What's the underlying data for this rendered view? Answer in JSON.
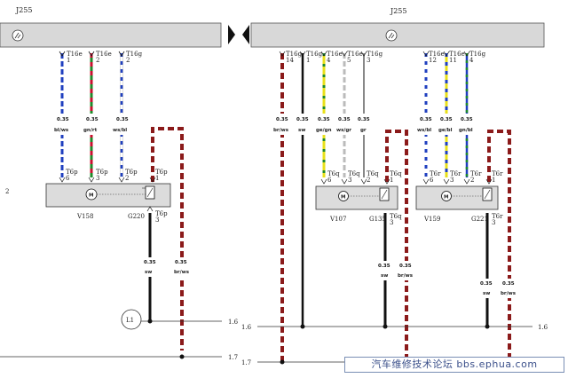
{
  "units": {
    "left": "J255",
    "right": "J255"
  },
  "row_labels": {
    "side": "2",
    "l6": "1.6",
    "l7": "1.7",
    "r6": "1.6",
    "r7": "1.7"
  },
  "connectors": {
    "left": [
      {
        "name": "T16e",
        "pin": "1"
      },
      {
        "name": "T16e",
        "pin": "2"
      },
      {
        "name": "T16g",
        "pin": "2"
      }
    ],
    "right": [
      {
        "name": "T16g",
        "pin": "14"
      },
      {
        "name": "T16g",
        "pin": "1"
      },
      {
        "name": "T16e",
        "pin": "4"
      },
      {
        "name": "T16e",
        "pin": "5"
      },
      {
        "name": "T16g",
        "pin": "3"
      },
      {
        "name": "T16e",
        "pin": "12"
      },
      {
        "name": "T16e",
        "pin": "11"
      },
      {
        "name": "T16g",
        "pin": "4"
      }
    ]
  },
  "wires": {
    "left": [
      {
        "size": "0.35",
        "color": "bl/ws"
      },
      {
        "size": "0.35",
        "color": "gn/rt"
      },
      {
        "size": "0.35",
        "color": "ws/bl"
      }
    ],
    "right": [
      {
        "size": "0.35",
        "color": "br/ws"
      },
      {
        "size": "0.35",
        "color": "sw"
      },
      {
        "size": "0.35",
        "color": "ge/gn"
      },
      {
        "size": "0.35",
        "color": "ws/gr"
      },
      {
        "size": "0.35",
        "color": "gr"
      },
      {
        "size": "0.35",
        "color": "ws/bl"
      },
      {
        "size": "0.35",
        "color": "ge/bl"
      },
      {
        "size": "0.35",
        "color": "gn/bl"
      }
    ],
    "lower": [
      {
        "size": "0.35",
        "color": "sw"
      },
      {
        "size": "0.35",
        "color": "br/ws"
      },
      {
        "size": "0.35",
        "color": "sw"
      },
      {
        "size": "0.35",
        "color": "br/ws"
      },
      {
        "size": "0.35",
        "color": "sw"
      },
      {
        "size": "0.35",
        "color": "br/ws"
      }
    ]
  },
  "module_pins": {
    "left": [
      "T6p",
      "T6p",
      "T6p",
      "T6p",
      "T6p"
    ],
    "left_nums": [
      "6",
      "3",
      "2",
      "1",
      "3"
    ],
    "mid": [
      "T6q",
      "T6q",
      "T6q",
      "T6q",
      "T6q"
    ],
    "mid_nums": [
      "6",
      "3",
      "2",
      "1",
      "3"
    ],
    "right": [
      "T6r",
      "T6r",
      "T6r",
      "T6r",
      "T6r"
    ],
    "right_nums": [
      "6",
      "3",
      "2",
      "1",
      "3"
    ]
  },
  "components": {
    "motor_symbol": "M",
    "v1": "V158",
    "g1": "G220",
    "v2": "V107",
    "g2": "G135",
    "v3": "V159",
    "g3": "G221",
    "ground": "L1"
  },
  "watermark": "汽车维修技术论坛 bbs.ephua.com",
  "colors": {
    "bus": "#d8d8d8",
    "module": "#dcdcdc",
    "brown": "#8b1a1a",
    "blue": "#1f3fbf",
    "green": "#1f8a2a",
    "red": "#c8102e",
    "yellow": "#e8e01a",
    "grey": "#888888",
    "black": "#111111"
  }
}
